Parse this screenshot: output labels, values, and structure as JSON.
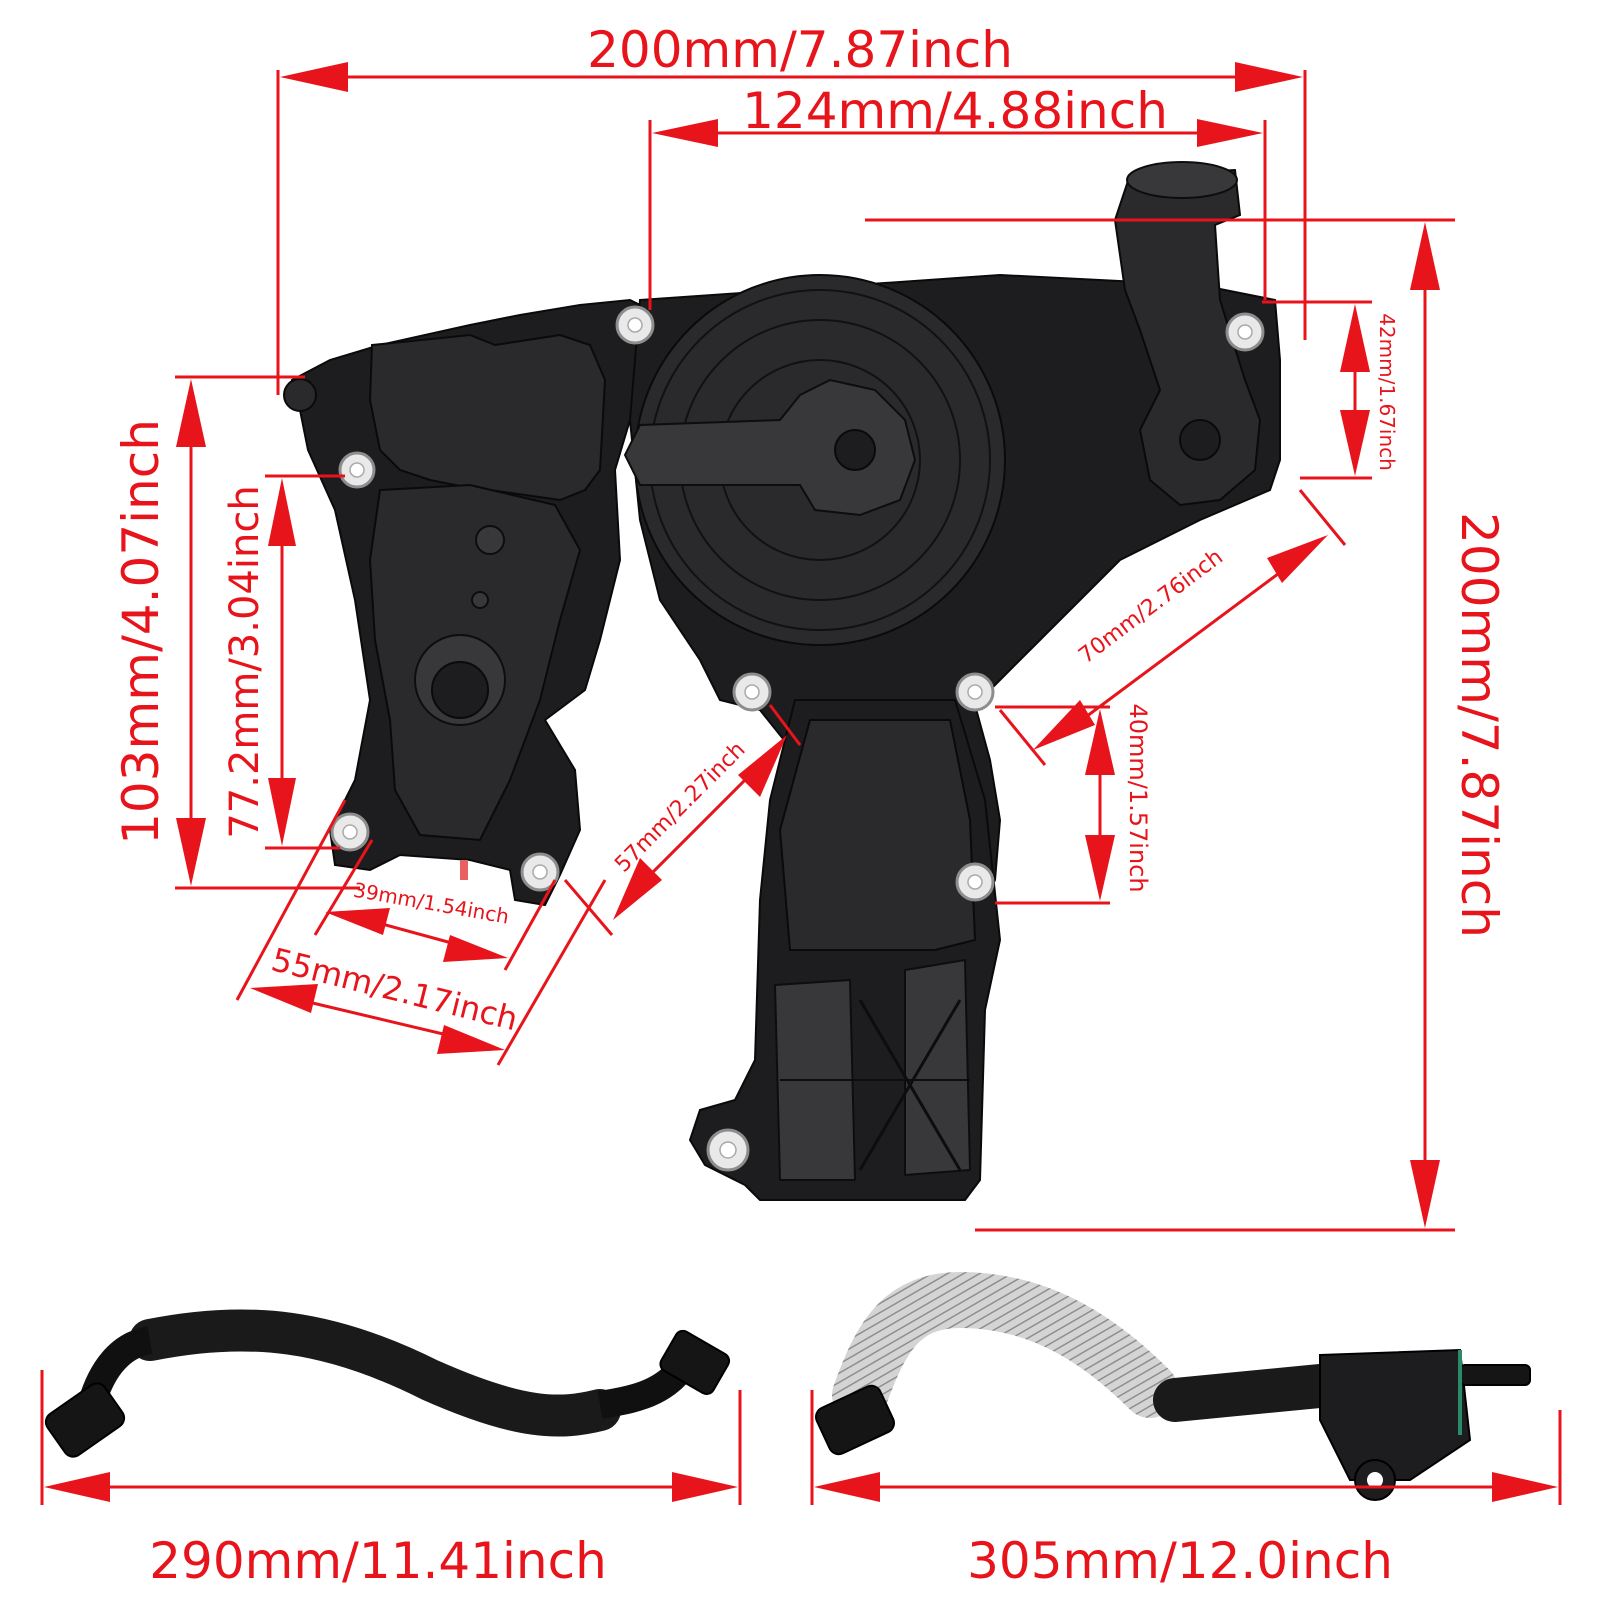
{
  "colors": {
    "annotation": "#e8141b",
    "part": "#1d1d1f",
    "hose_sleeve": "#c9c9c9"
  },
  "dimensions": {
    "top_width": "200mm/7.87inch",
    "bolt_span_top": "124mm/4.88inch",
    "right_height": "200mm/7.87inch",
    "right_small": "42mm/1.67inch",
    "left_height": "103mm/4.07inch",
    "left_inner_height": "77.2mm/3.04inch",
    "diag_70": "70mm/2.76inch",
    "diag_57": "57mm/2.27inch",
    "vert_40": "40mm/1.57inch",
    "bottom_39": "39mm/1.54inch",
    "bottom_55": "55mm/2.17inch",
    "hose_left_length": "290mm/11.41inch",
    "hose_right_length": "305mm/12.0inch"
  }
}
